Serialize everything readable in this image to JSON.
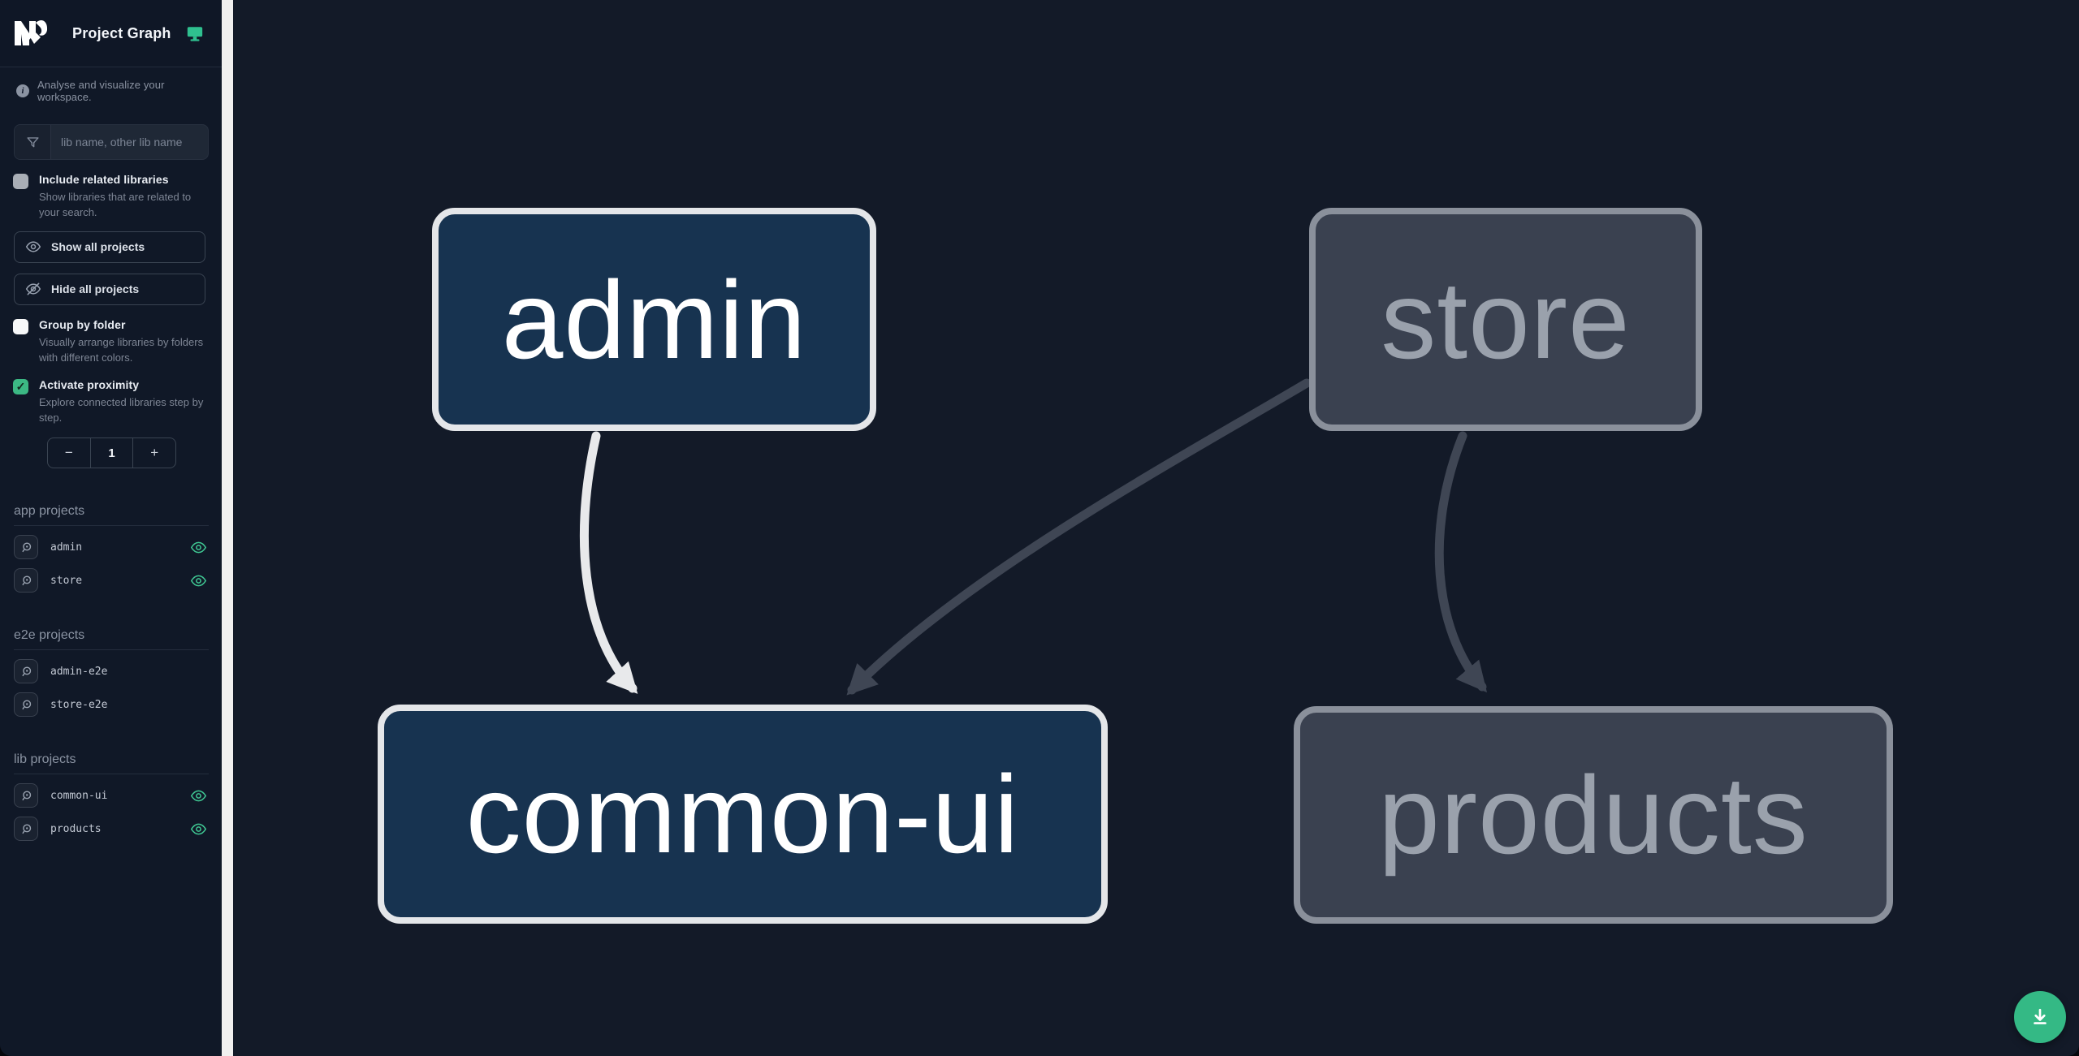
{
  "header": {
    "title": "Project Graph",
    "brand": "Nx"
  },
  "tagline": "Analyse and visualize your workspace.",
  "search": {
    "placeholder": "lib name, other lib name"
  },
  "options": {
    "include_related": {
      "label": "Include related libraries",
      "description": "Show libraries that are related to your search.",
      "checked": false
    },
    "group_by_folder": {
      "label": "Group by folder",
      "description": "Visually arrange libraries by folders with different colors.",
      "checked": false
    },
    "activate_proximity": {
      "label": "Activate proximity",
      "description": "Explore connected libraries step by step.",
      "checked": true
    }
  },
  "actions": {
    "show_all": "Show all projects",
    "hide_all": "Hide all projects"
  },
  "proximity_stepper": {
    "decrement": "−",
    "value": "1",
    "increment": "+"
  },
  "project_sections": [
    {
      "title": "app projects",
      "items": [
        {
          "name": "admin",
          "visible": true
        },
        {
          "name": "store",
          "visible": true
        }
      ]
    },
    {
      "title": "e2e projects",
      "items": [
        {
          "name": "admin-e2e",
          "visible": false
        },
        {
          "name": "store-e2e",
          "visible": false
        }
      ]
    },
    {
      "title": "lib projects",
      "items": [
        {
          "name": "common-ui",
          "visible": true
        },
        {
          "name": "products",
          "visible": true
        }
      ]
    }
  ],
  "graph": {
    "nodes": [
      {
        "id": "admin",
        "label": "admin",
        "state": "focused"
      },
      {
        "id": "store",
        "label": "store",
        "state": "dimmed"
      },
      {
        "id": "common-ui",
        "label": "common-ui",
        "state": "focused"
      },
      {
        "id": "products",
        "label": "products",
        "state": "dimmed"
      }
    ],
    "edges": [
      {
        "source": "admin",
        "target": "common-ui",
        "style": "highlighted"
      },
      {
        "source": "store",
        "target": "common-ui",
        "style": "dimmed"
      },
      {
        "source": "store",
        "target": "products",
        "style": "dimmed"
      }
    ]
  },
  "fab": {
    "icon": "download"
  },
  "colors": {
    "accent": "#34b985",
    "eye_icon": "#3fc692",
    "focused_node_fill": "#173350",
    "focused_node_border": "#e4e6e9",
    "dimmed_node_fill": "#3a4150",
    "dimmed_node_border": "#8a909b",
    "edge_highlighted": "#e8e9eb",
    "edge_dimmed": "#3f4654",
    "canvas_bg": "#131a28",
    "sidebar_bg": "#101827"
  }
}
